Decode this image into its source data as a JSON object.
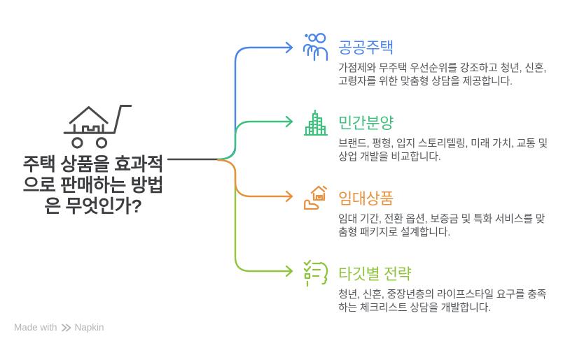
{
  "question": {
    "full": "주택 상품을 효과적으로 판매하는 방법은 무엇인가?",
    "lines": [
      "주택 상품을 효과적",
      "으로 판매하는 방법",
      "은 무엇인가?"
    ],
    "icon": "house-cart-icon"
  },
  "branches": [
    {
      "title": "공공주택",
      "description": "가점제와 무주택 우선순위를 강조하고 청년, 신혼, 고령자를 위한 맞춤형 상담을 제공합니다.",
      "color": "#4a86e8",
      "icon": "people-group-icon"
    },
    {
      "title": "민간분양",
      "description": "브랜드, 평형, 입지 스토리텔링, 미래 가치, 교통 및 상업 개발을 비교합니다.",
      "color": "#3fbf7e",
      "icon": "city-buildings-icon"
    },
    {
      "title": "임대상품",
      "description": "임대 기간, 전환 옵션, 보증금 및 특화 서비스를 맞춤형 패키지로 설계합니다.",
      "color": "#e8913c",
      "icon": "house-in-hand-icon"
    },
    {
      "title": "타깃별 전략",
      "description": "청년, 신혼, 중장년층의 라이프스타일 요구를 충족하는 체크리스트 상담을 개발합니다.",
      "color": "#8fc43c",
      "icon": "checklist-profile-icon"
    }
  ],
  "palette": {
    "branch_blue": "#4a86e8",
    "branch_green": "#3fbf7e",
    "branch_orange": "#e8913c",
    "branch_lime": "#8fc43c",
    "stem_dark": "#46484a",
    "question_text": "#3b3d40",
    "description_text": "#54575b",
    "footer_text": "#b3b6b8"
  },
  "footer": {
    "made_with": "Made with",
    "brand": "Napkin",
    "icon": "napkin-logo-icon"
  }
}
